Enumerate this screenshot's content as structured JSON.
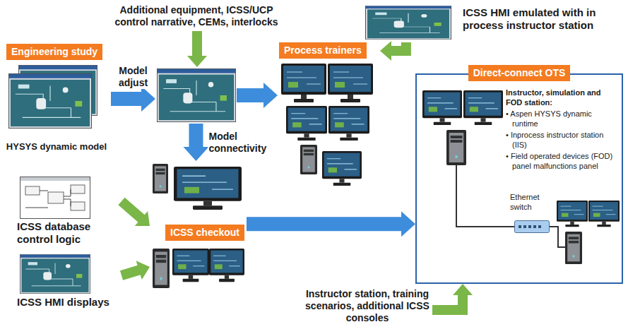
{
  "diagram": {
    "nodes": [
      {
        "text": [
          "Engineering study",
          "HYSYS dynamic model"
        ]
      },
      {
        "text": [
          "Additional equipment, ICSS/UCP control narrative, CEMs, interlocks"
        ]
      },
      {
        "text": []
      },
      {
        "text": [
          "Process trainers"
        ]
      },
      {
        "text": [
          "ICSS HMI emulated with in process instructor station"
        ]
      },
      {
        "text": [
          "ICSS checkout"
        ]
      },
      {
        "text": [
          "ICSS database control logic"
        ]
      },
      {
        "text": [
          "ICSS HMI displays"
        ]
      },
      {
        "text": [
          "Direct-connect OTS"
        ]
      },
      {
        "text": [
          "Instructor, simulation and FOD station:",
          "• Aspen HYSYS dynamic runtime",
          "• Inprocess instructor station (IIS)",
          "• Field operated devices (FOD) panel malfunctions panel"
        ],
        "in": 8
      },
      {
        "text": [
          "Ethernet switch"
        ],
        "in": 8
      },
      {
        "text": [
          "Instructor station, training scenarios, additional ICSS consoles"
        ]
      }
    ],
    "edges": [
      {
        "from": 0,
        "to": 2,
        "arrow": "to",
        "label": "Model adjust"
      },
      {
        "from": 1,
        "to": 2,
        "arrow": "to"
      },
      {
        "from": 2,
        "to": 3,
        "arrow": "to"
      },
      {
        "from": 4,
        "to": 3,
        "arrow": "to"
      },
      {
        "from": 2,
        "to": 5,
        "arrow": "to",
        "label": "Model connectivity"
      },
      {
        "from": 6,
        "to": 5,
        "arrow": "to"
      },
      {
        "from": 7,
        "to": 5,
        "arrow": "to"
      },
      {
        "from": 5,
        "to": 8,
        "arrow": "to"
      },
      {
        "from": 11,
        "to": 8,
        "arrow": "to"
      }
    ]
  }
}
